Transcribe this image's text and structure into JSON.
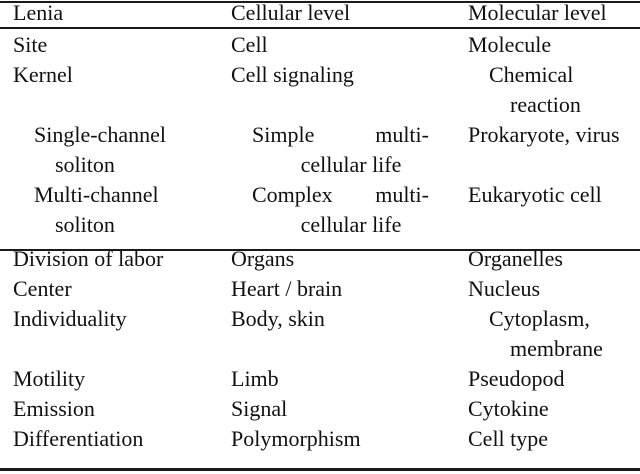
{
  "table": {
    "headers": [
      "Lenia",
      "Cellular level",
      "Molecular level"
    ],
    "sections": [
      {
        "rows": [
          {
            "lenia": {
              "lines": [
                "Site"
              ]
            },
            "cellular": {
              "lines": [
                "Cell"
              ]
            },
            "molecular": {
              "lines": [
                "Molecule"
              ]
            }
          },
          {
            "lenia": {
              "lines": [
                "Kernel"
              ]
            },
            "cellular": {
              "lines": [
                "Cell signaling"
              ]
            },
            "molecular": {
              "lines": [
                "Chemical",
                "reaction"
              ]
            }
          },
          {
            "lenia": {
              "lines": [
                "Single-channel",
                "soliton"
              ]
            },
            "cellular": {
              "lines": [
                "Simple multi-",
                "cellular life"
              ],
              "justified": true
            },
            "molecular": {
              "lines": [
                "Prokaryote, virus"
              ]
            }
          },
          {
            "lenia": {
              "lines": [
                "Multi-channel",
                "soliton"
              ]
            },
            "cellular": {
              "lines": [
                "Complex multi-",
                "cellular life"
              ],
              "justified": true
            },
            "molecular": {
              "lines": [
                "Eukaryotic cell"
              ]
            }
          }
        ]
      },
      {
        "rows": [
          {
            "lenia": {
              "lines": [
                "Division of labor"
              ]
            },
            "cellular": {
              "lines": [
                "Organs"
              ]
            },
            "molecular": {
              "lines": [
                "Organelles"
              ]
            }
          },
          {
            "lenia": {
              "lines": [
                "Center"
              ]
            },
            "cellular": {
              "lines": [
                "Heart / brain"
              ]
            },
            "molecular": {
              "lines": [
                "Nucleus"
              ]
            }
          },
          {
            "lenia": {
              "lines": [
                "Individuality"
              ]
            },
            "cellular": {
              "lines": [
                "Body, skin"
              ]
            },
            "molecular": {
              "lines": [
                "Cytoplasm,",
                "membrane"
              ]
            }
          },
          {
            "lenia": {
              "lines": [
                "Motility"
              ]
            },
            "cellular": {
              "lines": [
                "Limb"
              ]
            },
            "molecular": {
              "lines": [
                "Pseudopod"
              ]
            }
          },
          {
            "lenia": {
              "lines": [
                "Emission"
              ]
            },
            "cellular": {
              "lines": [
                "Signal"
              ]
            },
            "molecular": {
              "lines": [
                "Cytokine"
              ]
            }
          },
          {
            "lenia": {
              "lines": [
                "Differentiation"
              ]
            },
            "cellular": {
              "lines": [
                "Polymorphism"
              ]
            },
            "molecular": {
              "lines": [
                "Cell type"
              ]
            }
          }
        ]
      }
    ],
    "rules": [
      "top",
      "header",
      "mid",
      "bottom"
    ],
    "colors": {
      "rule": "#1a1a1a",
      "text": "#111111",
      "background": "#ffffff"
    }
  }
}
